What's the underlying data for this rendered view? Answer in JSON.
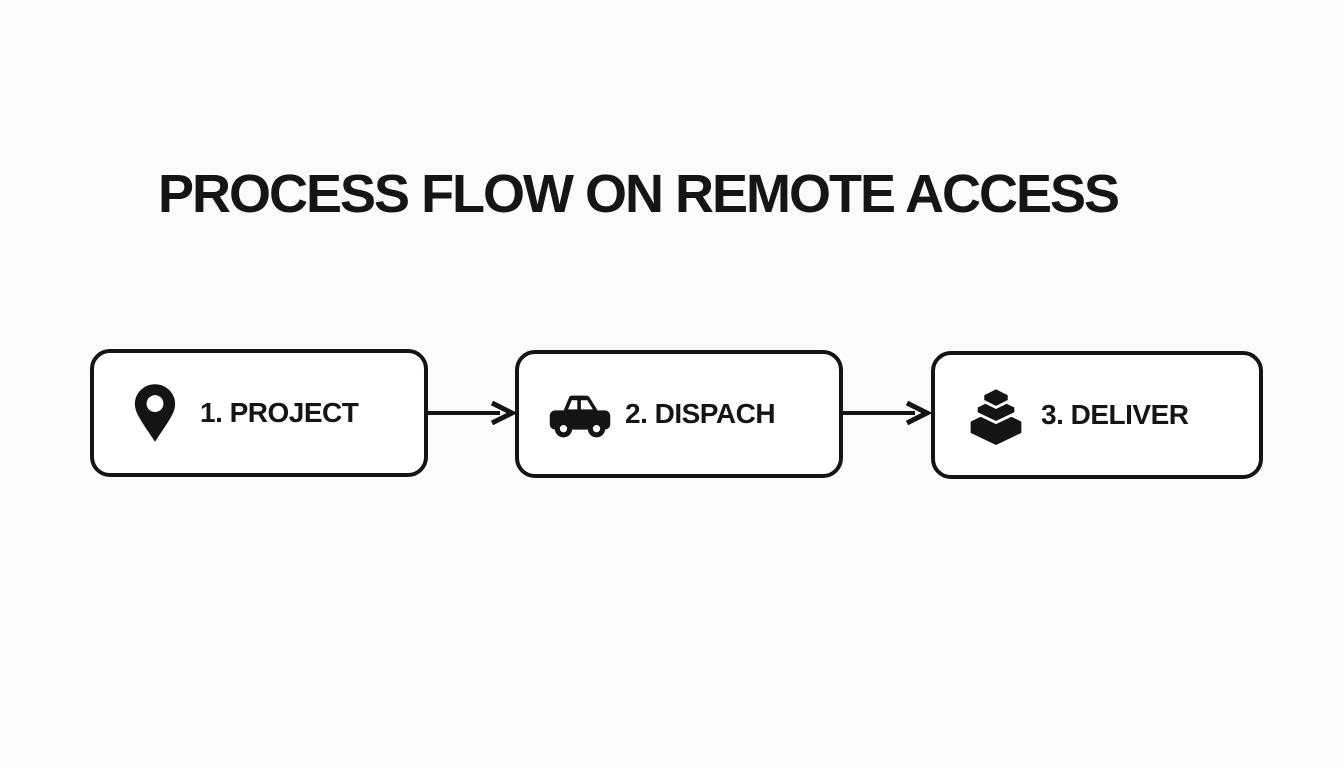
{
  "diagram": {
    "title": "PROCESS FLOW ON REMOTE ACCESS",
    "background_color": "#fbfbfb",
    "text_color": "#151515",
    "box_border_color": "#141414",
    "box_fill_color": "#ffffff",
    "steps": [
      {
        "label": "1. PROJECT",
        "icon": "location-pin-icon"
      },
      {
        "label": "2. DISPACH",
        "icon": "car-icon"
      },
      {
        "label": "3. DELIVER",
        "icon": "package-stack-icon"
      }
    ],
    "connectors": [
      {
        "type": "arrow-right"
      },
      {
        "type": "arrow-right"
      }
    ]
  }
}
